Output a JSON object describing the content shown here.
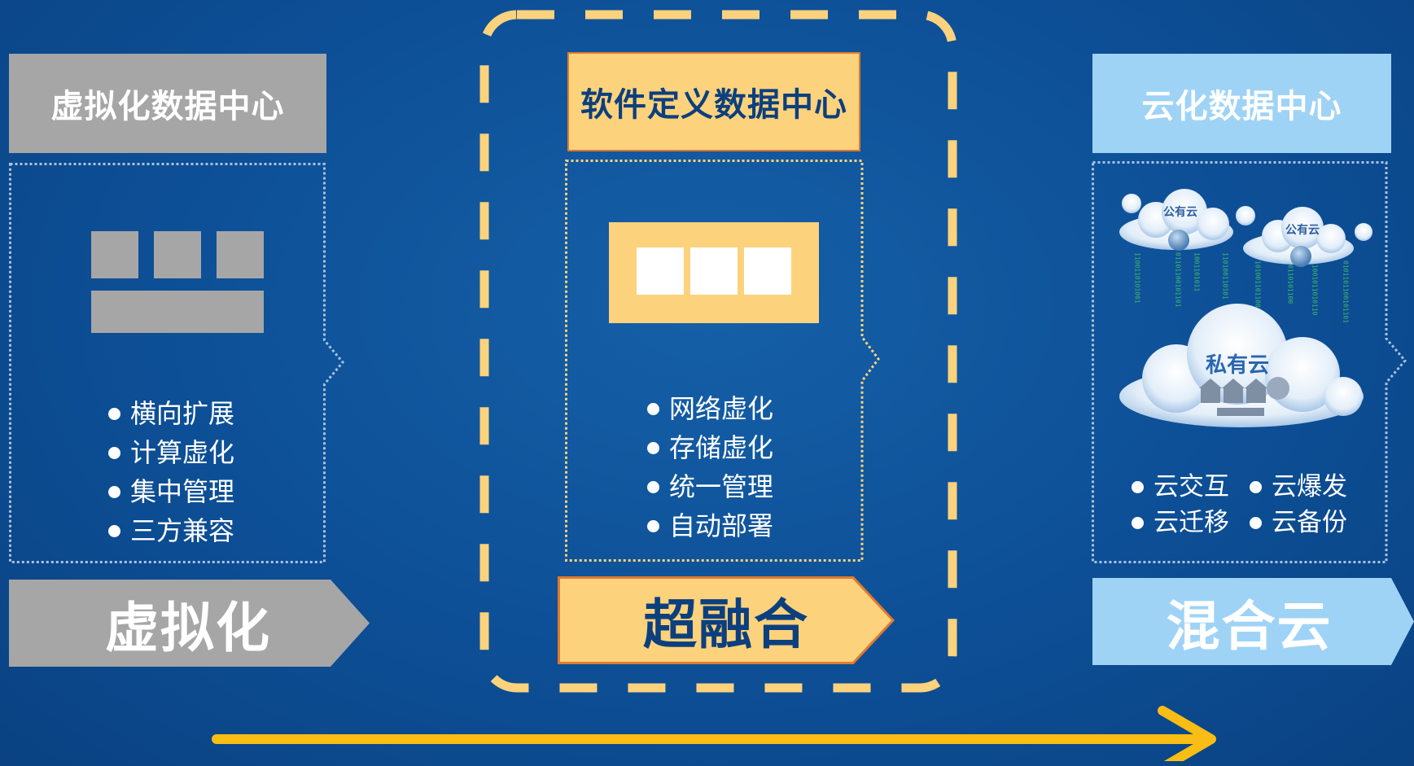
{
  "columns": [
    {
      "header": "虚拟化数据中心",
      "items": [
        "横向扩展",
        "计算虚化",
        "集中管理",
        "三方兼容"
      ],
      "stage": "虚拟化"
    },
    {
      "header": "软件定义数据中心",
      "items": [
        "网络虚化",
        "存储虚化",
        "统一管理",
        "自动部署"
      ],
      "stage": "超融合"
    },
    {
      "header": "云化数据中心",
      "items": [
        "云交互",
        "云爆发",
        "云迁移",
        "云备份"
      ],
      "stage": "混合云"
    }
  ],
  "cloud_illustration": {
    "public_cloud_label": "公有云",
    "private_cloud_label": "私有云"
  },
  "colors": {
    "background": "#0d4f96",
    "gray": "#a6a6a6",
    "gold": "#fdd27c",
    "light_blue": "#9fd3f6",
    "dashed_border": "#fdd27c",
    "timeline_arrow": "#f9bd14"
  }
}
